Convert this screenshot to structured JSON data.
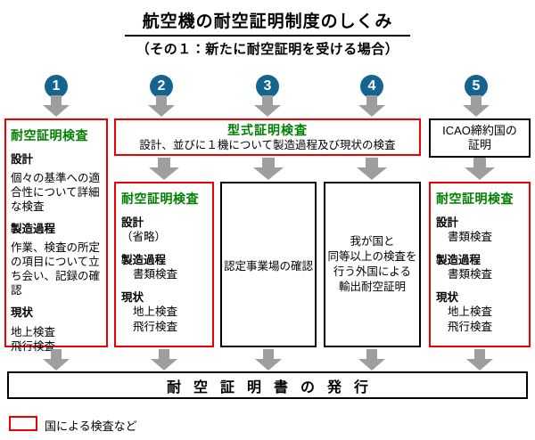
{
  "header": {
    "title": "航空機の耐空証明制度のしくみ",
    "subtitle": "（その１：新たに耐空証明を受ける場合）"
  },
  "steps": {
    "s1": "1",
    "s2": "2",
    "s3": "3",
    "s4": "4",
    "s5": "5"
  },
  "box1": {
    "heading": "耐空証明検査",
    "design_label": "設計",
    "design_detail": "個々の基準への適合性について詳細な検査",
    "process_label": "製造過程",
    "process_detail": "作業、検査の所定の項目について立ち会い、記録の確認",
    "current_label": "現状",
    "current_line1": "地上検査",
    "current_line2": "飛行検査"
  },
  "type_cert_box": {
    "heading": "型式証明検査",
    "detail": "設計、並びに１機について製造過程及び現状の検査"
  },
  "box2": {
    "heading": "耐空証明検査",
    "design_label": "設計",
    "design_detail": "（省略）",
    "process_label": "製造過程",
    "process_detail": "書類検査",
    "current_label": "現状",
    "current_line1": "地上検査",
    "current_line2": "飛行検査"
  },
  "box3": {
    "text": "認定事業場の確認"
  },
  "box4": {
    "lines": {
      "l1": "我が国と",
      "l2": "同等以上の検査を",
      "l3": "行う外国による",
      "l4": "輸出耐空証明"
    }
  },
  "icao_box": {
    "line1": "ICAO締約国の",
    "line2": "証明"
  },
  "box5": {
    "heading": "耐空証明検査",
    "design_label": "設計",
    "design_detail": "書類検査",
    "process_label": "製造過程",
    "process_detail": "書類検査",
    "current_label": "現状",
    "current_line1": "地上検査",
    "current_line2": "飛行検査"
  },
  "issuance_box": {
    "text": "耐空証明書の発行"
  },
  "legend": {
    "label": "国による検査など"
  },
  "colors": {
    "accent_red": "#ee0000",
    "heading_green": "#008000",
    "step_blue": "#15648f",
    "arrow_gray": "#9e9e9e"
  }
}
